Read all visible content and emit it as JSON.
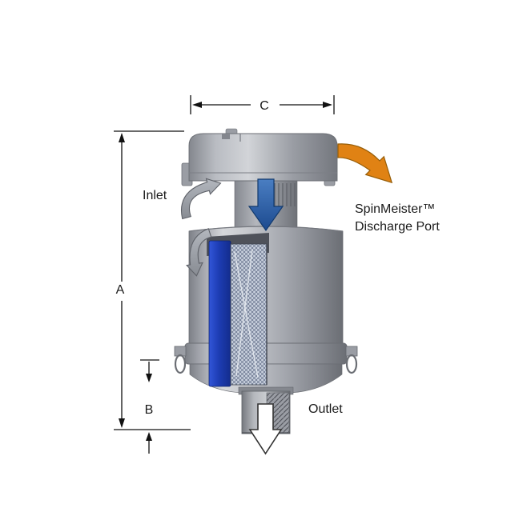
{
  "diagram": {
    "dimensions": {
      "a": "A",
      "b": "B",
      "c": "C"
    },
    "labels": {
      "inlet": "Inlet",
      "outlet": "Outlet",
      "discharge_line1": "SpinMeister™",
      "discharge_line2": "Discharge Port"
    },
    "colors": {
      "discharge_orange": "#E08214",
      "flow_blue": "#2E5FA8",
      "filter_blue": "#1D3DB4",
      "body_gray": "#A8ABB2",
      "dimension_black": "#111111",
      "background": "#FFFFFF"
    }
  }
}
